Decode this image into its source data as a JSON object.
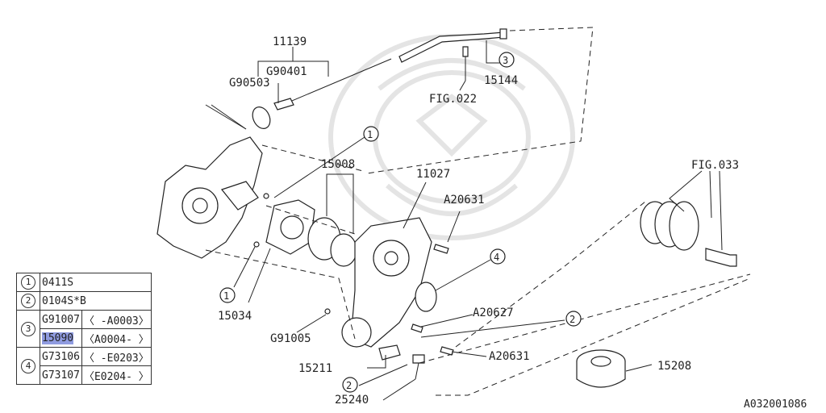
{
  "parts": {
    "p11139": "11139",
    "g90401": "G90401",
    "g90503": "G90503",
    "fig022": "FIG.022",
    "p15144": "15144",
    "p15008": "15008",
    "p11027": "11027",
    "a20631_top": "A20631",
    "fig033": "FIG.033",
    "p15034": "15034",
    "a20627": "A20627",
    "g91005": "G91005",
    "a20631_bottom": "A20631",
    "p15211": "15211",
    "p15208": "15208",
    "p25240": "25240"
  },
  "callouts": {
    "c1_top": "1",
    "c1_left": "1",
    "c2_right": "2",
    "c2_bottom": "2",
    "c3": "3",
    "c4": "4"
  },
  "legend": {
    "rows": [
      {
        "num": "1",
        "part": "0411S",
        "range": ""
      },
      {
        "num": "2",
        "part": "0104S*B",
        "range": ""
      },
      {
        "num": "3",
        "part": "G91007",
        "range": "〈    -A0003〉"
      },
      {
        "num": "",
        "part": "15090",
        "range": "〈A0004-    〉"
      },
      {
        "num": "4",
        "part": "G73106",
        "range": "〈    -E0203〉"
      },
      {
        "num": "",
        "part": "G73107",
        "range": "〈E0204-    〉"
      }
    ]
  },
  "diagram_code": "A032001086",
  "colors": {
    "highlight": "#8f9be0",
    "line": "#222222",
    "watermark": "#e4e4e4"
  }
}
